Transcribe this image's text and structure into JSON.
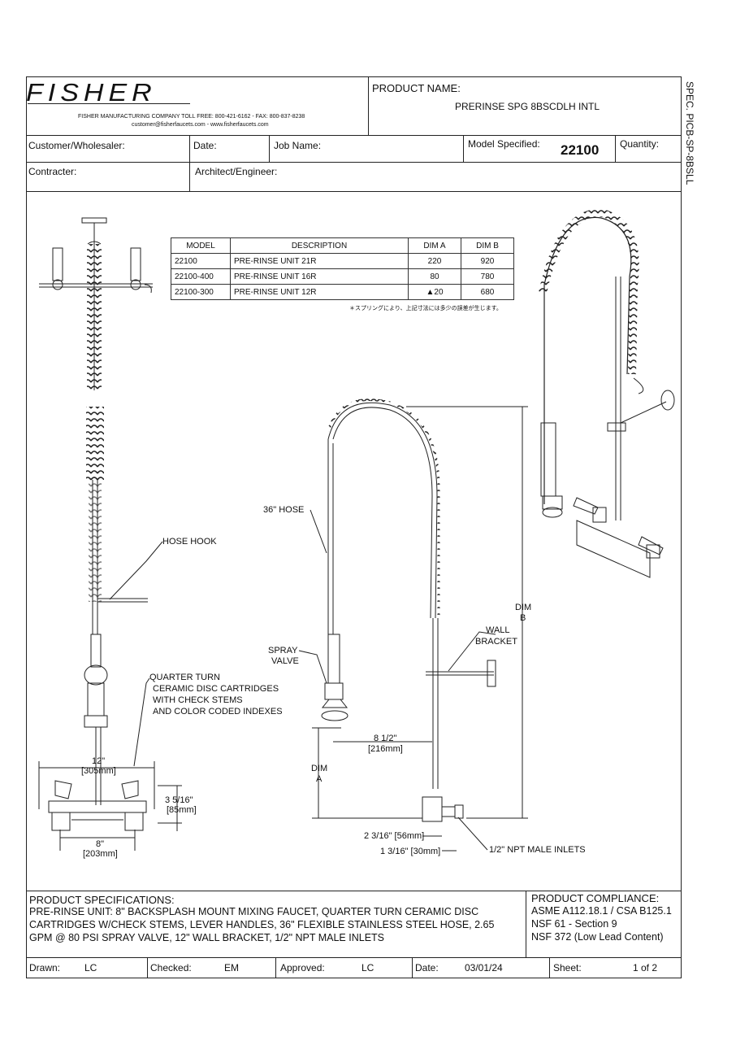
{
  "header": {
    "logo": "FISHER",
    "company_line": "FISHER MANUFACTURING COMPANY TOLL FREE: 800-421-6162 - FAX: 800-837-8238",
    "contact_line": "customer@fisherfaucets.com - www.fisherfaucets.com",
    "product_name_label": "PRODUCT NAME:",
    "product_name": "PRERINSE SPG 8BSCDLH INTL",
    "side_code": "SPEC. PICB-SP-8BSLL"
  },
  "info": {
    "customer_label": "Customer/Wholesaler:",
    "date_label": "Date:",
    "job_label": "Job Name:",
    "model_label": "Model Specified:",
    "model_value": "22100",
    "quantity_label": "Quantity:",
    "contractor_label": "Contracter:",
    "architect_label": "Architect/Engineer:"
  },
  "spec_table": {
    "headers": [
      "MODEL",
      "DESCRIPTION",
      "DIM A",
      "DIM B"
    ],
    "rows": [
      [
        "22100",
        "PRE-RINSE UNIT 21R",
        "220",
        "920"
      ],
      [
        "22100-400",
        "PRE-RINSE UNIT 16R",
        "80",
        "780"
      ],
      [
        "22100-300",
        "PRE-RINSE UNIT 12R",
        "▲20",
        "680"
      ]
    ],
    "note": "＊スプリングにより、上記寸法には多少の誤差が生じます。"
  },
  "labels": {
    "hose_hook": "HOSE HOOK",
    "hose": "36\" HOSE",
    "spray_valve_1": "SPRAY",
    "spray_valve_2": "VALVE",
    "wall_bracket_1": "WALL",
    "wall_bracket_2": "BRACKET",
    "dim_b_1": "DIM",
    "dim_b_2": "B",
    "dim_a_1": "DIM",
    "dim_a_2": "A",
    "cartridge_1": "QUARTER TURN",
    "cartridge_2": "CERAMIC DISC CARTRIDGES",
    "cartridge_3": "WITH CHECK STEMS",
    "cartridge_4": "AND COLOR CODED INDEXES",
    "dim_12": "12\"",
    "dim_12_mm": "[305mm]",
    "dim_8": "8\"",
    "dim_8_mm": "[203mm]",
    "dim_3516": "3 5/16\"",
    "dim_3516_mm": "[85mm]",
    "dim_812": "8 1/2\"",
    "dim_812_mm": "[216mm]",
    "dim_2316": "2 3/16\" [56mm]",
    "dim_1316": "1 3/16\" [30mm]",
    "npt": "1/2\" NPT MALE INLETS"
  },
  "specs": {
    "title": "PRODUCT SPECIFICATIONS:",
    "line1": "PRE-RINSE UNIT: 8\" BACKSPLASH MOUNT MIXING FAUCET, QUARTER TURN CERAMIC DISC",
    "line2": "CARTRIDGES W/CHECK STEMS, LEVER HANDLES, 36\" FLEXIBLE STAINLESS STEEL HOSE,  2.65",
    "line3": "GPM @ 80 PSI SPRAY VALVE, 12\" WALL BRACKET, 1/2\" NPT MALE INLETS"
  },
  "compliance": {
    "title": "PRODUCT COMPLIANCE:",
    "line1": "ASME A112.18.1 / CSA B125.1",
    "line2": "NSF 61 - Section 9",
    "line3": "NSF 372 (Low Lead Content)"
  },
  "footer": {
    "drawn_label": "Drawn:",
    "drawn_value": "LC",
    "checked_label": "Checked:",
    "checked_value": "EM",
    "approved_label": "Approved:",
    "approved_value": "LC",
    "date_label": "Date:",
    "date_value": "03/01/24",
    "sheet_label": "Sheet:",
    "sheet_value": "1 of 2"
  }
}
